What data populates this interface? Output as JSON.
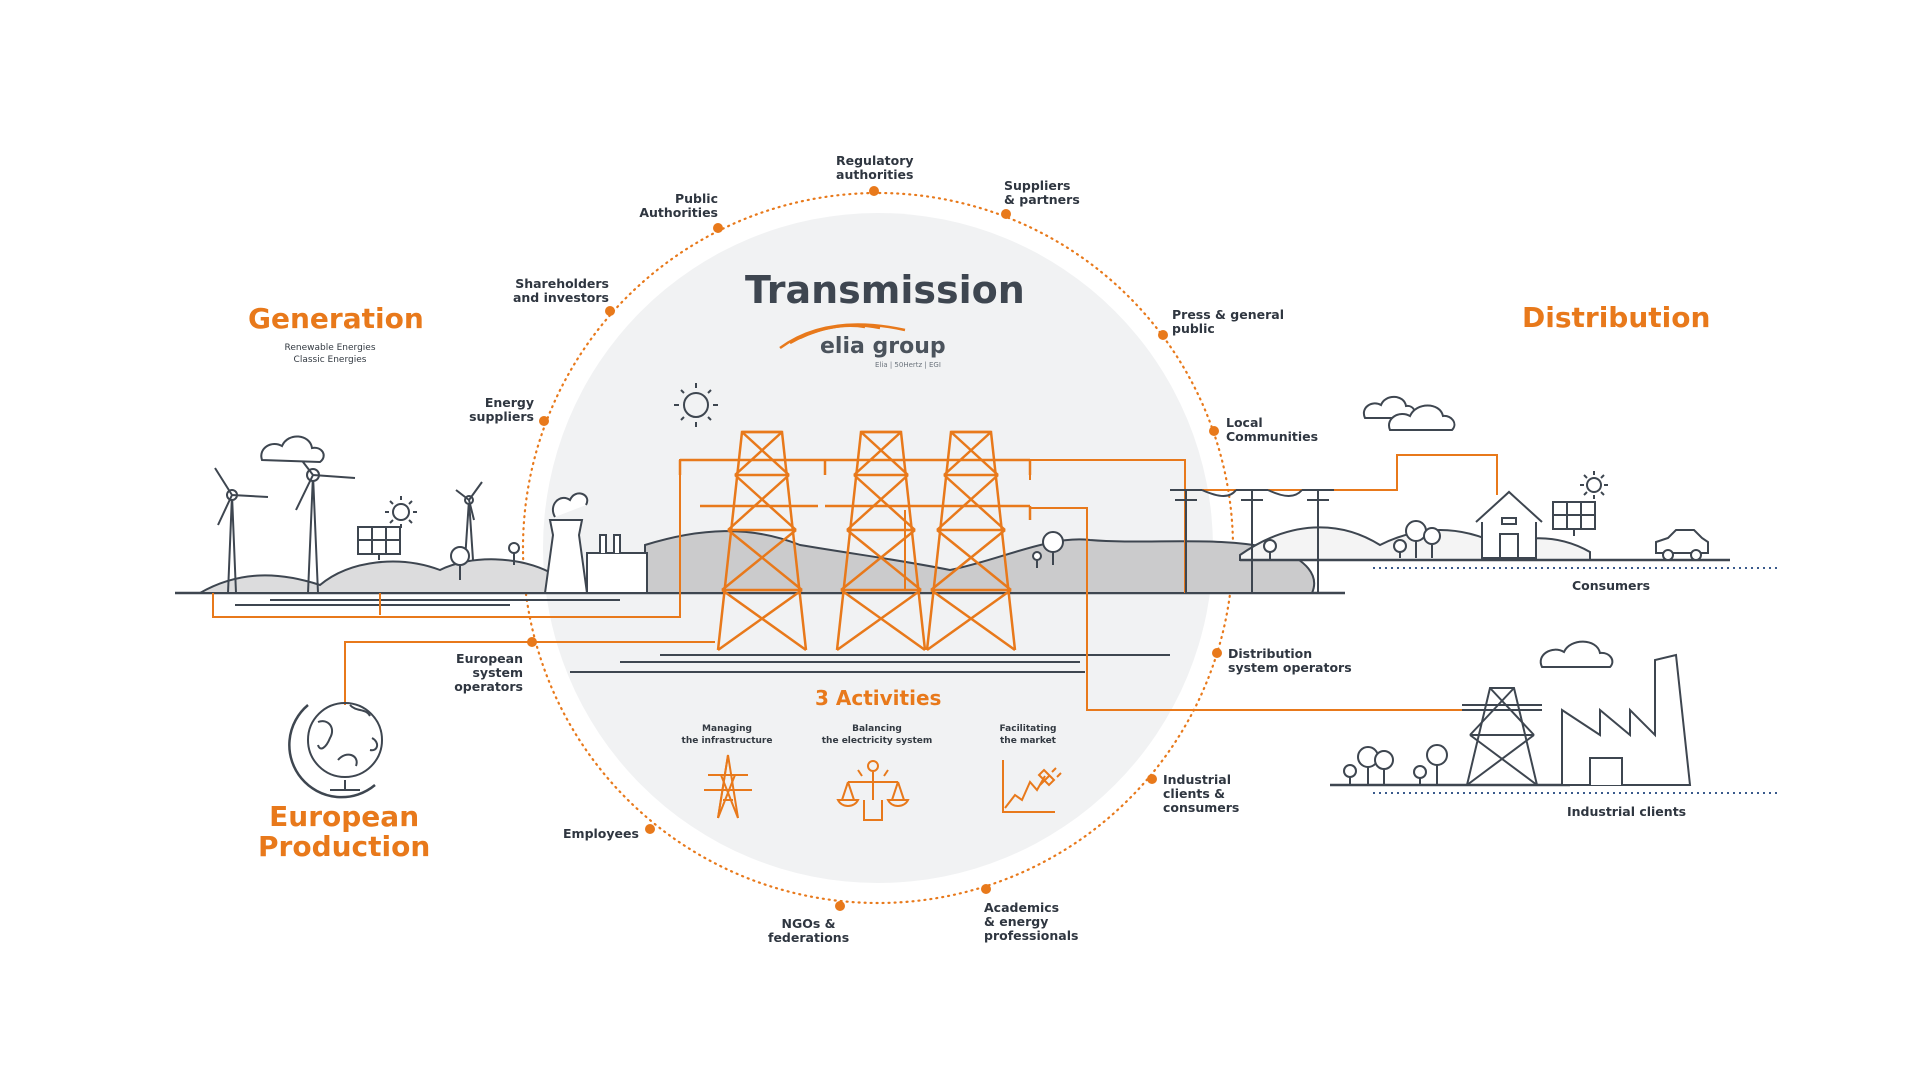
{
  "colors": {
    "accent": "#e8791b",
    "dark": "#3e4650",
    "circle_fill": "#f1f2f3",
    "hill_fill": "#cbcbcc",
    "dot_blue": "#3a5a8c"
  },
  "titles": {
    "generation": "Generation",
    "generation_sub": "Renewable Energies\nClassic Energies",
    "transmission": "Transmission",
    "distribution": "Distribution",
    "european_production": "European\nProduction",
    "activities": "3 Activities"
  },
  "logo": {
    "name": "elia group",
    "sub": "Elia | 50Hertz | EGI"
  },
  "stakeholders": {
    "regulatory": "Regulatory\nauthorities",
    "suppliers": "Suppliers\n& partners",
    "public_authorities": "Public\nAuthorities",
    "shareholders": "Shareholders\nand investors",
    "press": "Press & general\npublic",
    "energy_suppliers": "Energy\nsuppliers",
    "local_communities": "Local\nCommunities",
    "european_operators": "European\nsystem\noperators",
    "distribution_operators": "Distribution\nsystem operators",
    "industrial_clients_consumers": "Industrial\nclients &\nconsumers",
    "employees": "Employees",
    "ngos": "NGOs &\nfederations",
    "academics": "Academics\n& energy\nprofessionals"
  },
  "activities": {
    "managing": "Managing\nthe infrastructure",
    "balancing": "Balancing\nthe electricity system",
    "facilitating": "Facilitating\nthe market"
  },
  "endpoints": {
    "consumers": "Consumers",
    "industrial_clients": "Industrial clients"
  },
  "icons": [
    "sun-icon",
    "cloud-icon",
    "wind-turbine-icon",
    "solar-panel-icon",
    "nuclear-plant-icon",
    "pylon-icon",
    "globe-icon",
    "house-icon",
    "car-icon",
    "factory-icon",
    "tree-icon",
    "scale-icon",
    "market-chart-icon",
    "plug-icon"
  ]
}
